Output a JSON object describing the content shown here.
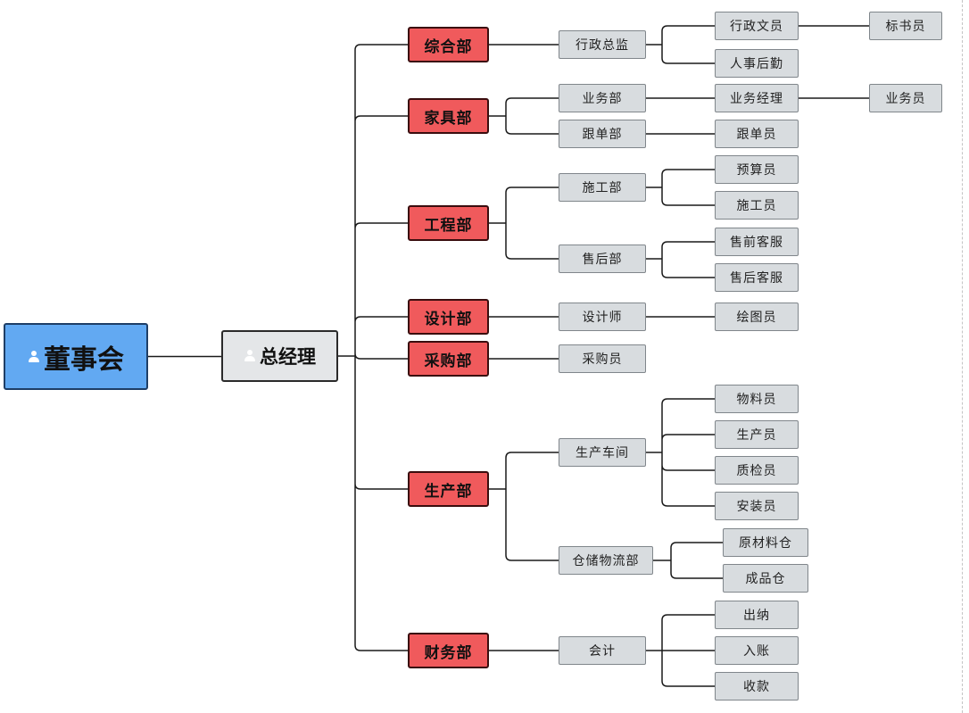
{
  "chairman": {
    "label": "董事会",
    "icon": "user-icon"
  },
  "gm": {
    "label": "总经理",
    "icon": "user-icon"
  },
  "departments": [
    {
      "label": "综合部",
      "children": [
        {
          "label": "行政总监",
          "children": [
            {
              "label": "行政文员",
              "children": [
                {
                  "label": "标书员"
                }
              ]
            },
            {
              "label": "人事后勤"
            }
          ]
        }
      ]
    },
    {
      "label": "家具部",
      "children": [
        {
          "label": "业务部",
          "children": [
            {
              "label": "业务经理",
              "children": [
                {
                  "label": "业务员"
                }
              ]
            }
          ]
        },
        {
          "label": "跟单部",
          "children": [
            {
              "label": "跟单员"
            }
          ]
        }
      ]
    },
    {
      "label": "工程部",
      "children": [
        {
          "label": "施工部",
          "children": [
            {
              "label": "预算员"
            },
            {
              "label": "施工员"
            }
          ]
        },
        {
          "label": "售后部",
          "children": [
            {
              "label": "售前客服"
            },
            {
              "label": "售后客服"
            }
          ]
        }
      ]
    },
    {
      "label": "设计部",
      "children": [
        {
          "label": "设计师",
          "children": [
            {
              "label": "绘图员"
            }
          ]
        }
      ]
    },
    {
      "label": "采购部",
      "children": [
        {
          "label": "采购员"
        }
      ]
    },
    {
      "label": "生产部",
      "children": [
        {
          "label": "生产车间",
          "children": [
            {
              "label": "物料员"
            },
            {
              "label": "生产员"
            },
            {
              "label": "质检员"
            },
            {
              "label": "安装员"
            }
          ]
        },
        {
          "label": "仓储物流部",
          "children": [
            {
              "label": "原材料仓"
            },
            {
              "label": "成品仓"
            }
          ]
        }
      ]
    },
    {
      "label": "财务部",
      "children": [
        {
          "label": "会计",
          "children": [
            {
              "label": "出纳"
            },
            {
              "label": "入账"
            },
            {
              "label": "收款"
            }
          ]
        }
      ]
    }
  ]
}
